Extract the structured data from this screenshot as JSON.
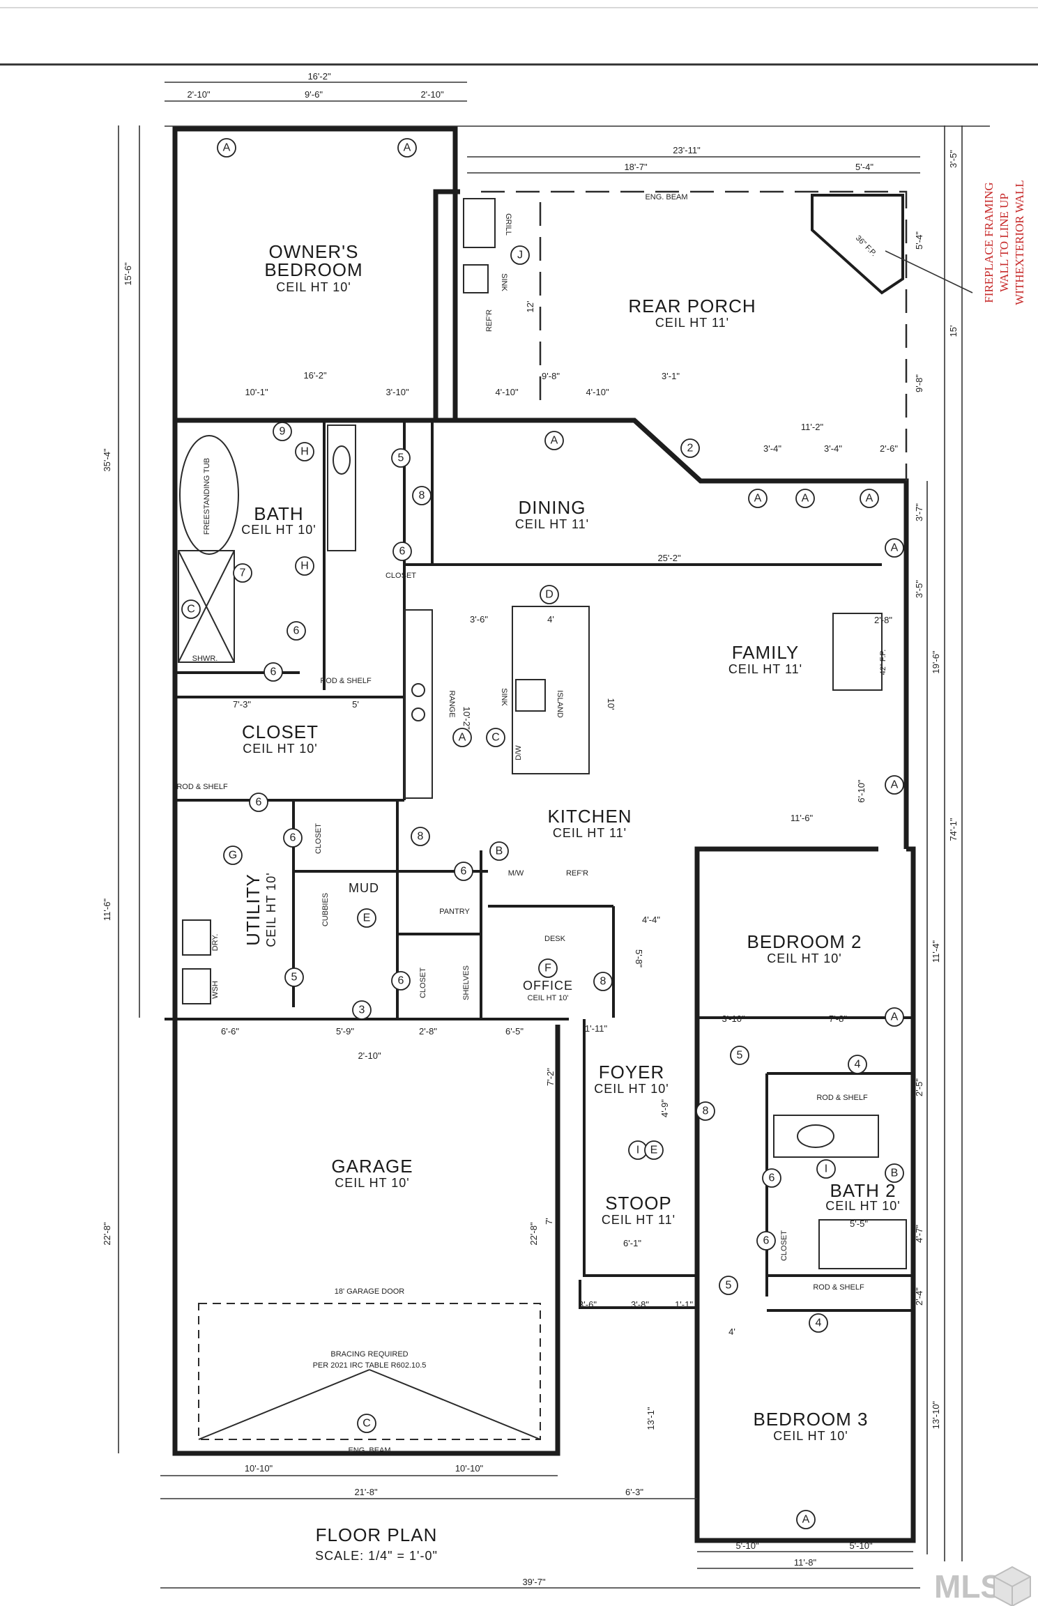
{
  "plan": {
    "title": "FLOOR PLAN",
    "scale": "SCALE: 1/4\" = 1'-0\"",
    "fireplace_note": [
      "FIREPLACE FRAMING",
      "WALL TO LINE UP",
      "WITHEXTERIOR WALL"
    ],
    "watermark": "MLS"
  },
  "rooms": [
    {
      "id": "owners_bedroom",
      "name": [
        "OWNER'S",
        "BEDROOM"
      ],
      "ceil": "CEIL HT 10'"
    },
    {
      "id": "rear_porch",
      "name": [
        "REAR PORCH"
      ],
      "ceil": "CEIL HT 11'"
    },
    {
      "id": "bath",
      "name": [
        "BATH"
      ],
      "ceil": "CEIL HT 10'"
    },
    {
      "id": "dining",
      "name": [
        "DINING"
      ],
      "ceil": "CEIL HT 11'"
    },
    {
      "id": "family",
      "name": [
        "FAMILY"
      ],
      "ceil": "CEIL HT 11'"
    },
    {
      "id": "closet",
      "name": [
        "CLOSET"
      ],
      "ceil": "CEIL HT 10'"
    },
    {
      "id": "kitchen",
      "name": [
        "KITCHEN"
      ],
      "ceil": "CEIL HT 11'"
    },
    {
      "id": "utility",
      "name": [
        "UTILITY"
      ],
      "ceil": "CEIL HT 10'"
    },
    {
      "id": "bedroom2",
      "name": [
        "BEDROOM 2"
      ],
      "ceil": "CEIL HT 10'"
    },
    {
      "id": "office",
      "name": [
        "OFFICE"
      ],
      "ceil": "CEIL HT 10'"
    },
    {
      "id": "foyer",
      "name": [
        "FOYER"
      ],
      "ceil": "CEIL HT 10'"
    },
    {
      "id": "garage",
      "name": [
        "GARAGE"
      ],
      "ceil": "CEIL HT 10'"
    },
    {
      "id": "stoop",
      "name": [
        "STOOP"
      ],
      "ceil": "CEIL HT 11'"
    },
    {
      "id": "bath2",
      "name": [
        "BATH 2"
      ],
      "ceil": "CEIL HT 10'"
    },
    {
      "id": "bedroom3",
      "name": [
        "BEDROOM 3"
      ],
      "ceil": "CEIL HT 10'"
    }
  ],
  "labels": {
    "pantry": "PANTRY",
    "mud": "MUD",
    "desk": "DESK",
    "shelves": "SHELVES",
    "closet": "CLOSET",
    "cubbies": "CUBBIES",
    "shwr": "SHWR.",
    "rod_shelf": "ROD & SHELF",
    "grill": "GRILL",
    "sink": "SINK",
    "refr": "REF'R",
    "range": "RANGE",
    "island": "ISLAND",
    "dw": "D/W",
    "mw": "M/W",
    "dry": "DRY.",
    "wsh": "WSH",
    "fp36": "36\" F.P.",
    "fp42": "42\" F.P.",
    "eng_beam": "ENG. BEAM",
    "garage_door": "18' GARAGE DOOR",
    "bracing": [
      "BRACING REQUIRED",
      "PER 2021 IRC TABLE R602.10.5"
    ],
    "tub": "FREESTANDING TUB"
  },
  "dimensions": {
    "top": [
      "16'-2\"",
      "2'-10\"",
      "9'-6\"",
      "2'-10\"",
      "23'-11\"",
      "18'-7\"",
      "5'-4\""
    ],
    "bottom": [
      "10'-10\"",
      "10'-10\"",
      "21'-8\"",
      "6'-3\"",
      "5'-10\"",
      "5'-10\"",
      "11'-8\"",
      "39'-7\""
    ],
    "left": [
      "15'-6\"",
      "35'-4\"",
      "11'-6\"",
      "22'-8\""
    ],
    "right": [
      "3'-5\"",
      "5'-4\"",
      "15'",
      "9'-8\"",
      "3'-7\"",
      "19'-6\"",
      "74'-1\"",
      "11'-4\"",
      "13'-10\""
    ],
    "interior": [
      "16'-2\"",
      "10'-1\"",
      "3'-10\"",
      "4'-10\"",
      "4'-10\"",
      "3'-1\"",
      "9'-8\"",
      "11'-2\"",
      "3'-4\"",
      "3'-4\"",
      "2'-6\"",
      "25'-2\"",
      "3'-6\"",
      "4'",
      "10'-2\"",
      "10'",
      "7'-3\"",
      "5'",
      "11'-6\"",
      "6'-10\"",
      "6'-6\"",
      "2'-10\"",
      "5'-9\"",
      "2'-8\"",
      "6'-5\"",
      "7'-2\"",
      "4'-9\"",
      "6'-1\"",
      "3'-10\"",
      "7'-8\"",
      "5'-5\"",
      "4'-4\"",
      "5'-8\"",
      "12'",
      "13'-1\"",
      "22'-8\"",
      "7'",
      "3'-8\"",
      "1'-11\"",
      "3'-6\"",
      "1'-1\"",
      "3'-5\"",
      "2'-8\"",
      "2'-5\"",
      "2'-4\"",
      "4'",
      "4'-7\""
    ]
  }
}
